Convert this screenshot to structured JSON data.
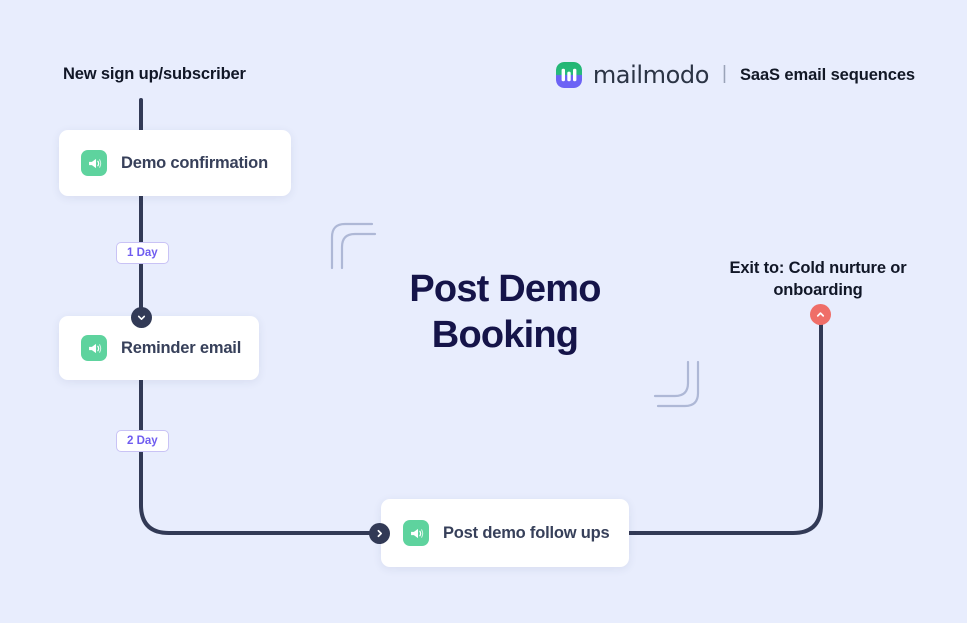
{
  "page": {
    "background_color": "#e8edfd",
    "title": "Post Demo Booking"
  },
  "brand": {
    "logo_icon": "mailmodo-logo-icon",
    "wordmark": "mailmodo",
    "separator": "|",
    "tagline": "SaaS email sequences",
    "logo_colors": {
      "top": "#22b573",
      "bottom": "#6c63f5",
      "bars": "#ffffff"
    }
  },
  "flow": {
    "entry_label": "New sign up/subscriber",
    "exit_label": "Exit to: Cold nurture or onboarding",
    "nodes": [
      {
        "id": "demo-confirmation",
        "label": "Demo confirmation",
        "icon": "megaphone-icon",
        "icon_color": "#5ed39e"
      },
      {
        "id": "reminder-email",
        "label": "Reminder email",
        "icon": "megaphone-icon",
        "icon_color": "#5ed39e"
      },
      {
        "id": "post-demo-follow-ups",
        "label": "Post demo follow ups",
        "icon": "megaphone-icon",
        "icon_color": "#5ed39e"
      }
    ],
    "delays": [
      {
        "id": "delay-1",
        "label": "1 Day"
      },
      {
        "id": "delay-2",
        "label": "2 Day"
      }
    ],
    "connectors": {
      "line_color": "#323a56",
      "knobs": [
        {
          "id": "knob-down",
          "icon": "chevron-down-icon",
          "color": "#323a56"
        },
        {
          "id": "knob-right",
          "icon": "chevron-right-icon",
          "color": "#323a56"
        },
        {
          "id": "knob-exit",
          "icon": "chevron-up-icon",
          "color": "#ef6e68"
        }
      ]
    }
  },
  "colors": {
    "accent_purple": "#6f5cf0",
    "accent_green": "#5ed39e",
    "accent_red": "#ef6e68",
    "text_dark": "#111727",
    "title_navy": "#151449",
    "card_text": "#37405a",
    "deco_line": "#aeb8d6"
  }
}
